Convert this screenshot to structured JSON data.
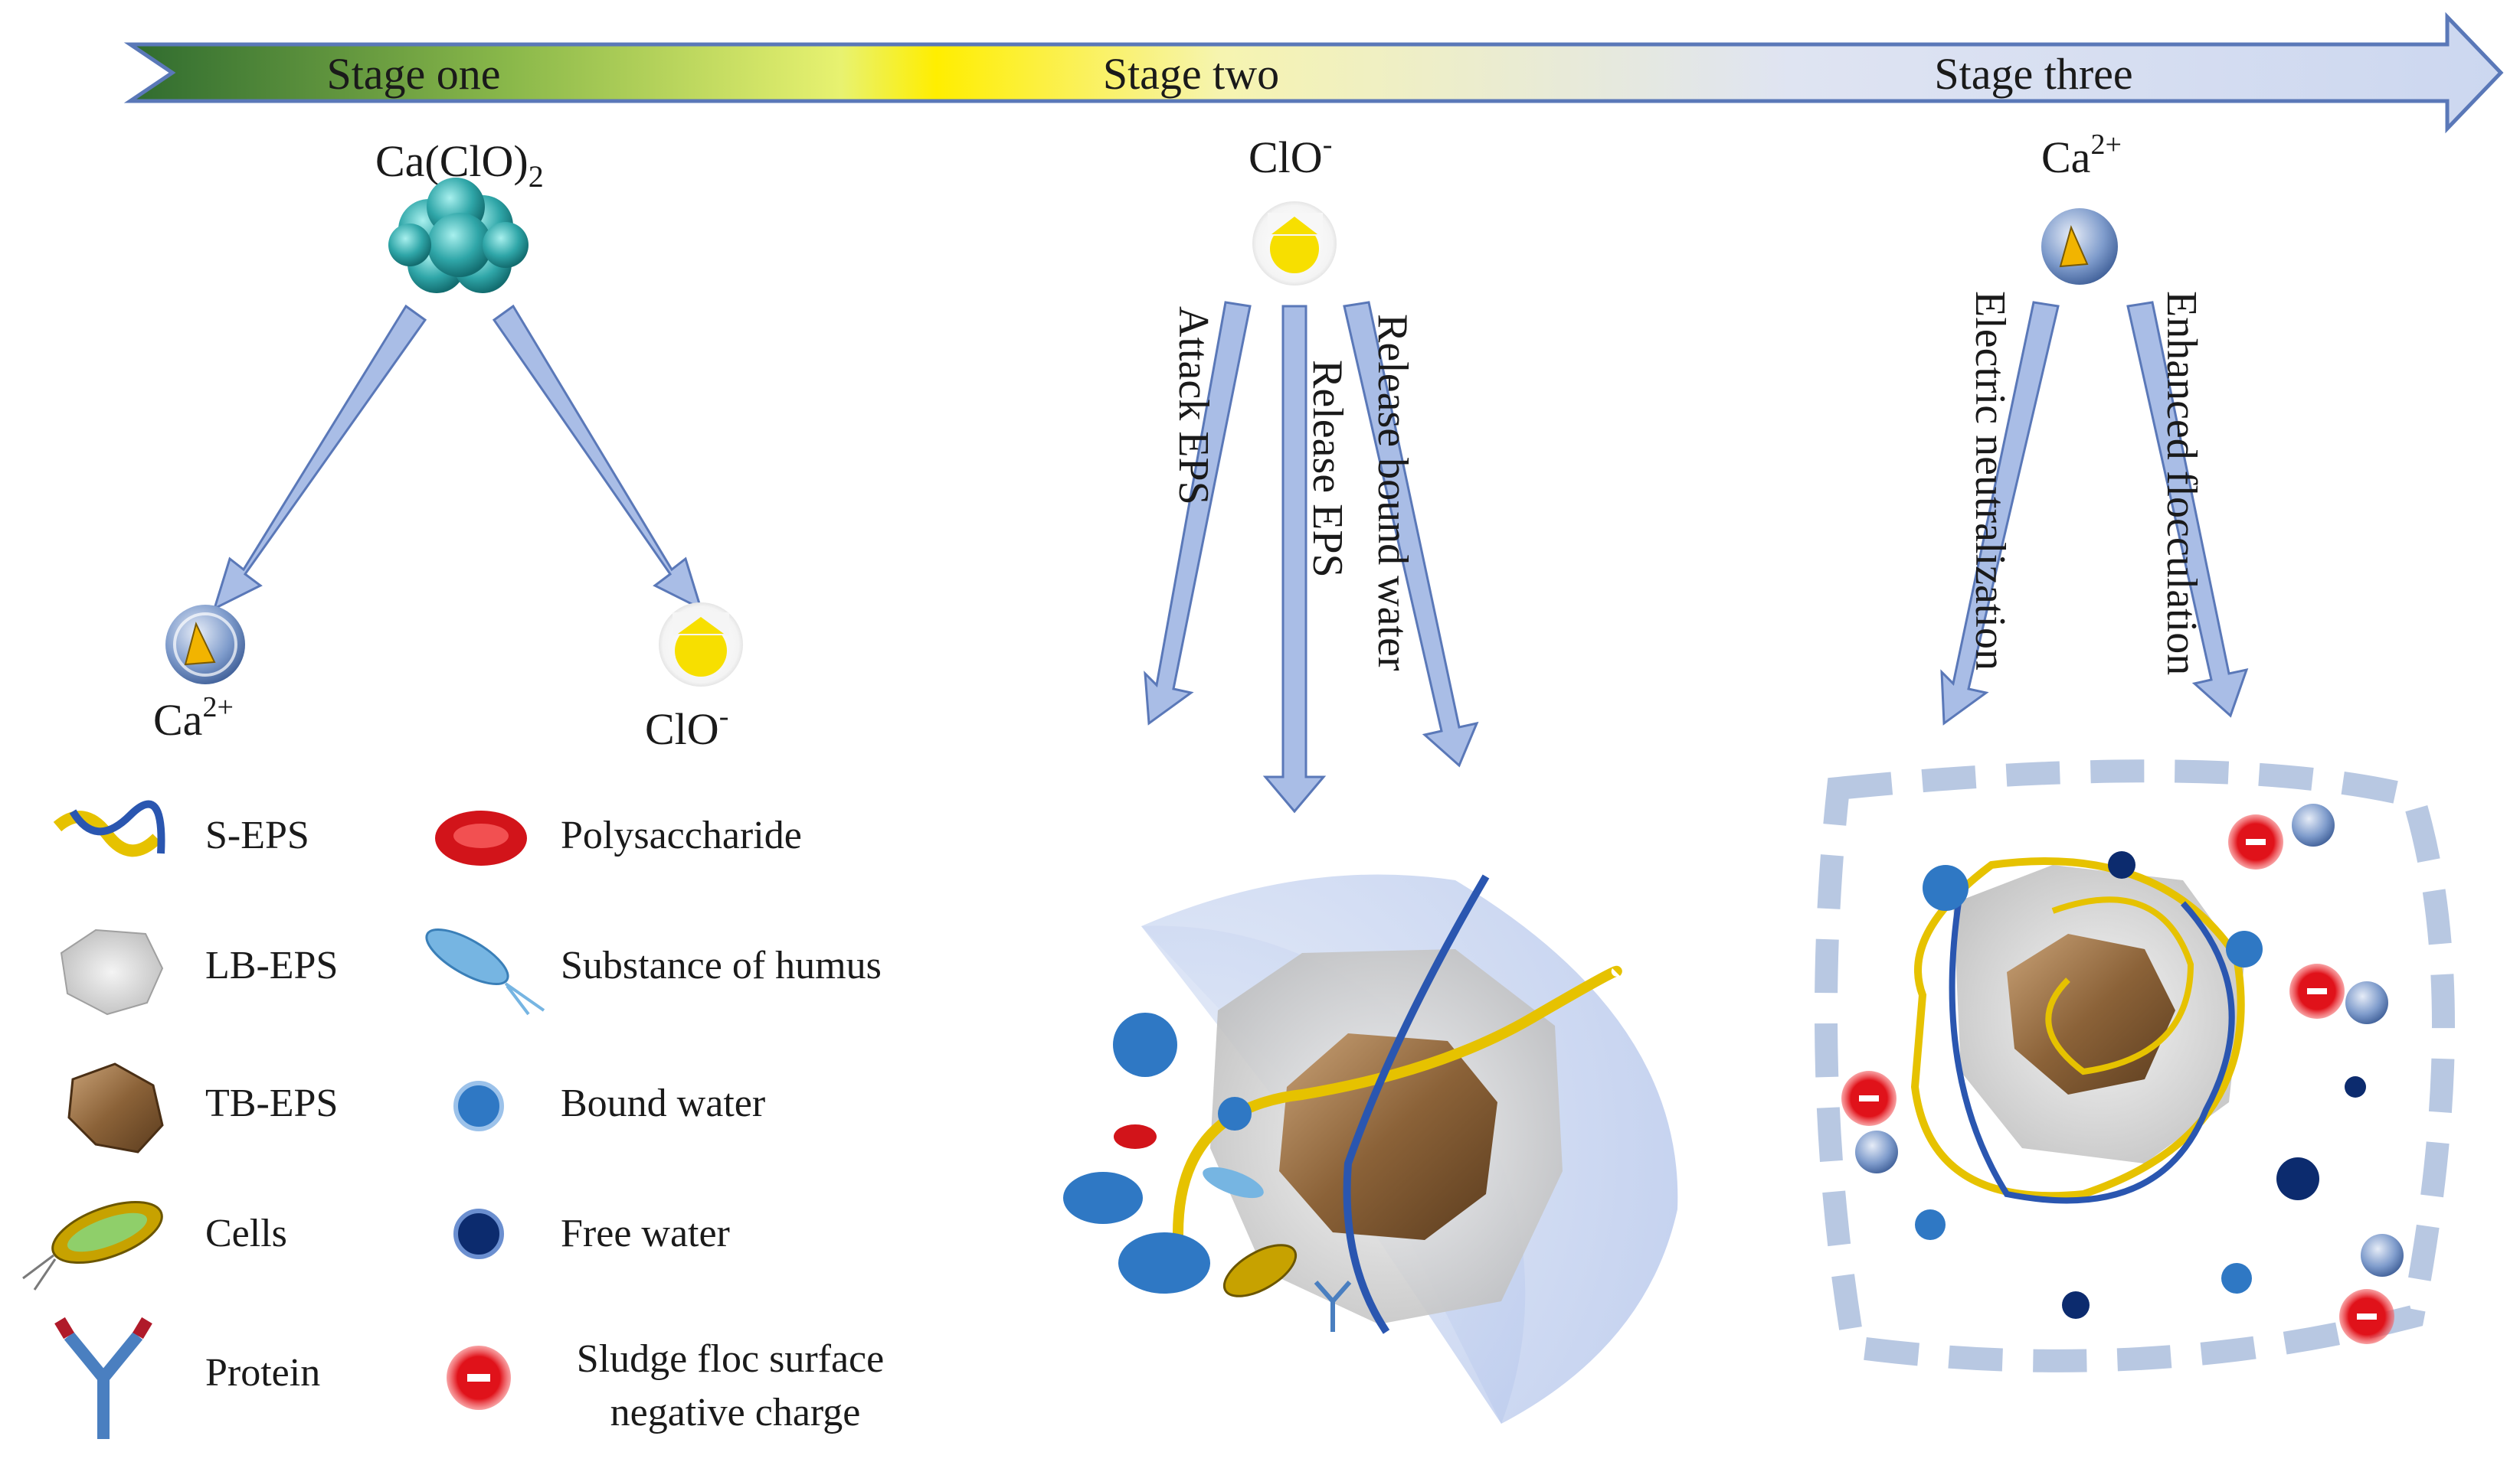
{
  "stages": {
    "one": "Stage one",
    "two": "Stage two",
    "three": "Stage three"
  },
  "stage_one": {
    "reagent_base": "Ca(ClO)",
    "reagent_sub": "2",
    "product_ca_base": "Ca",
    "product_ca_sup": "2+",
    "product_clo_base": "ClO",
    "product_clo_sup": "-"
  },
  "stage_two": {
    "ion_base": "ClO",
    "ion_sup": "-",
    "arrows": [
      "Attack EPS",
      "Release EPS",
      "Release bound water"
    ]
  },
  "stage_three": {
    "ion_base": "Ca",
    "ion_sup": "2+",
    "arrows": [
      "Electric neutralization",
      "Enhanced flocculation"
    ]
  },
  "legend": [
    {
      "label": "S-EPS",
      "icon": "s-eps-strand-icon"
    },
    {
      "label": "Polysaccharide",
      "icon": "red-disc-icon"
    },
    {
      "label": "LB-EPS",
      "icon": "marble-blob-icon"
    },
    {
      "label": "Substance of humus",
      "icon": "humus-worm-icon"
    },
    {
      "label": "TB-EPS",
      "icon": "brown-rock-icon"
    },
    {
      "label": "Bound water",
      "icon": "blue-dot-icon"
    },
    {
      "label": "Cells",
      "icon": "bacterium-icon"
    },
    {
      "label": "Free water",
      "icon": "dark-blue-dot-icon"
    },
    {
      "label": "Protein",
      "icon": "antibody-icon"
    },
    {
      "label": "Sludge floc surface negative charge",
      "label_line1": "Sludge floc surface",
      "label_line2": "negative charge",
      "icon": "negative-charge-icon"
    }
  ],
  "colors": {
    "arrow_fill": "#a9bde6",
    "arrow_stroke": "#5a78b8",
    "banner_green": "#2f6b2f",
    "banner_yellow": "#ffee00",
    "banner_lavender": "#ccd7f0",
    "negative_charge": "#e0121a",
    "bound_water": "#2f78c4",
    "free_water": "#0c2b6e"
  }
}
